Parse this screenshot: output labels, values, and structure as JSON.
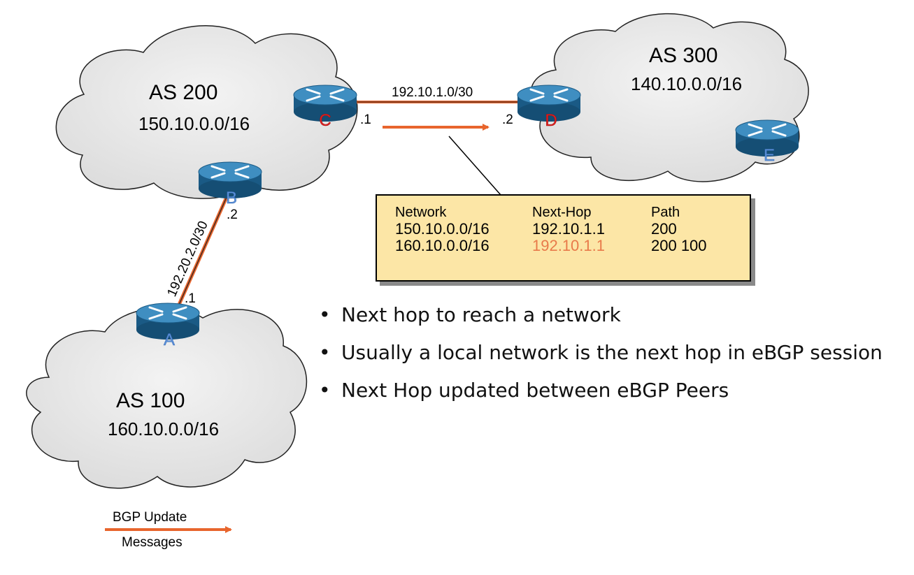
{
  "colors": {
    "link": "#e8652d",
    "router": "#1f6b99",
    "highlight": "#e87a4a",
    "table_bg": "#fce6a6"
  },
  "as200": {
    "name": "AS 200",
    "prefix": "150.10.0.0/16"
  },
  "as300": {
    "name": "AS 300",
    "prefix": "140.10.0.0/16"
  },
  "as100": {
    "name": "AS 100",
    "prefix": "160.10.0.0/16"
  },
  "routers": {
    "a": "A",
    "b": "B",
    "c": "C",
    "d": "D",
    "e": "E"
  },
  "link_cd": {
    "subnet": "192.10.1.0/30",
    "c_host": ".1",
    "d_host": ".2"
  },
  "link_ab": {
    "subnet": "192.20.2.0/30",
    "b_host": ".2",
    "a_host": ".1"
  },
  "table": {
    "headers": [
      "Network",
      "Next-Hop",
      "Path"
    ],
    "rows": [
      {
        "network": "150.10.0.0/16",
        "next_hop": "192.10.1.1",
        "path": "200"
      },
      {
        "network": "160.10.0.0/16",
        "next_hop": "192.10.1.1",
        "path": "200 100"
      }
    ]
  },
  "bullets": [
    "Next hop to reach a network",
    "Usually a local network is the next hop in eBGP session",
    "Next Hop updated between eBGP Peers"
  ],
  "legend": {
    "line1": "BGP Update",
    "line2": "Messages"
  }
}
